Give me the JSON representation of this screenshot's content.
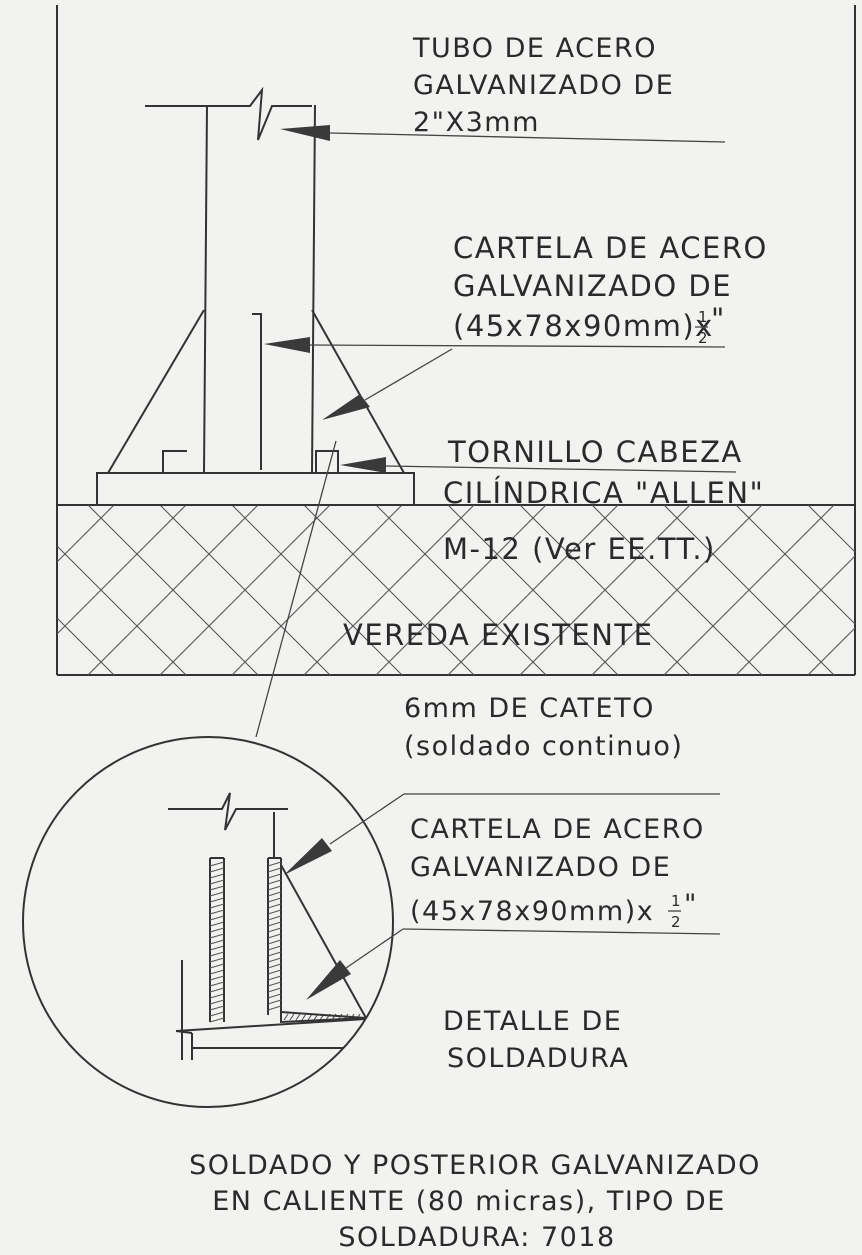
{
  "labels": {
    "tubo": [
      "TUBO DE ACERO",
      "GALVANIZADO DE",
      "2\"X3mm"
    ],
    "cartela_top": [
      "CARTELA DE ACERO",
      "GALVANIZADO DE",
      "(45x78x90mm)x",
      "\""
    ],
    "tornillo": [
      "TORNILLO CABEZA",
      "CILÍNDRICA \"ALLEN\"",
      "M-12 (Ver EE.TT.)"
    ],
    "vereda": "VEREDA EXISTENTE",
    "cateto": [
      "6mm DE CATETO",
      "(soldado continuo)"
    ],
    "cartela_detail": [
      "CARTELA DE ACERO",
      "GALVANIZADO DE",
      "(45x78x90mm)x",
      "\""
    ],
    "detalle": [
      "DETALLE DE",
      "SOLDADURA"
    ],
    "nota": [
      "SOLDADO Y POSTERIOR GALVANIZADO",
      "EN CALIENTE (80 micras), TIPO DE",
      "SOLDADURA: 7018"
    ],
    "fraction": {
      "num": "1",
      "den": "2"
    }
  },
  "colors": {
    "background": "#f2f2f0",
    "ink": "#2a2a2a"
  }
}
